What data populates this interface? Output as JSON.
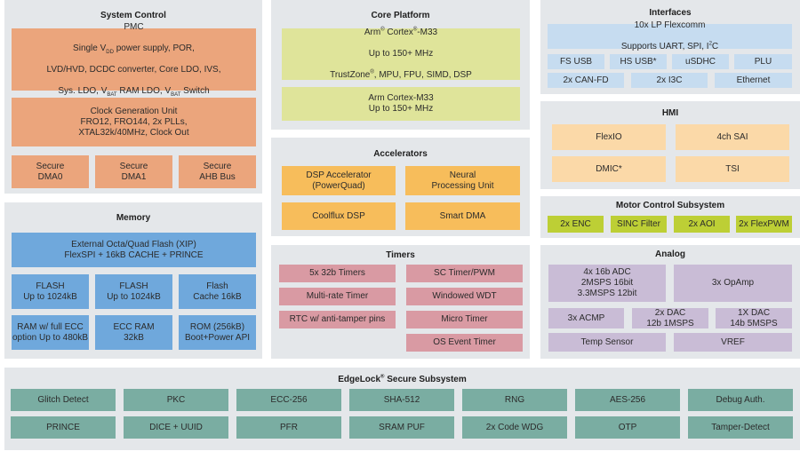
{
  "system_control": {
    "title": "System Control",
    "pmc": {
      "line1": "PMC",
      "line2_a": "Single V",
      "line2_sub": "DD",
      "line2_b": " power supply, POR,",
      "line3": "LVD/HVD, DCDC converter, Core LDO, IVS,",
      "line4_a": "Sys. LDO, V",
      "line4_sub1": "BAT",
      "line4_b": " RAM LDO, V",
      "line4_sub2": "BAT",
      "line4_c": " Switch"
    },
    "clock": "Clock Generation Unit\nFRO12, FRO144, 2x PLLs,\nXTAL32k/40MHz, Clock Out",
    "items": [
      "Secure\nDMA0",
      "Secure\nDMA1",
      "Secure\nAHB Bus"
    ],
    "color": "#eba57c"
  },
  "memory": {
    "title": "Memory",
    "external": "External Octa/Quad Flash (XIP)\nFlexSPI + 16kB CACHE + PRINCE",
    "items": [
      "FLASH\nUp to 1024kB",
      "FLASH\nUp to 1024kB",
      "Flash\nCache 16kB",
      "RAM w/ full ECC\noption Up to 480kB",
      "ECC RAM\n32kB",
      "ROM (256kB)\nBoot+Power API"
    ],
    "color": "#6fa8dc"
  },
  "core_platform": {
    "title": "Core Platform",
    "core1": {
      "a": "Arm",
      "b": " Cortex",
      "c": "-M33",
      "reg": "®",
      "line2": "Up to 150+  MHz",
      "line3_a": "TrustZone",
      "line3_b": ", MPU, FPU, SIMD, DSP"
    },
    "core2": "Arm Cortex-M33\nUp to 150+  MHz",
    "color": "#dfe49a"
  },
  "accelerators": {
    "title": "Accelerators",
    "items": [
      "DSP Accelerator\n(PowerQuad)",
      "Neural\nProcessing Unit",
      "Coolflux DSP",
      "Smart DMA"
    ],
    "color": "#f7bd5b"
  },
  "timers": {
    "title": "Timers",
    "left": [
      "5x 32b Timers",
      "Multi-rate Timer",
      "RTC w/ anti-tamper pins"
    ],
    "right": [
      "SC Timer/PWM",
      "Windowed WDT",
      "Micro Timer",
      "OS Event Timer"
    ],
    "color": "#d99aa3"
  },
  "interfaces": {
    "title": "Interfaces",
    "flexcomm_line1": "10x LP Flexcomm",
    "flexcomm_line2_a": "Supports UART, SPI, I",
    "flexcomm_line2_sup": "2",
    "flexcomm_line2_b": "C",
    "row1": [
      "FS USB",
      "HS USB*",
      "uSDHC",
      "PLU"
    ],
    "row2": [
      "2x CAN-FD",
      "2x I3C",
      "Ethernet"
    ],
    "color": "#c6dcf0"
  },
  "hmi": {
    "title": "HMI",
    "items": [
      "FlexIO",
      "4ch SAI",
      "DMIC*",
      "TSI"
    ],
    "color": "#fbd9a8"
  },
  "motor_control": {
    "title": "Motor Control Subsystem",
    "items": [
      "2x ENC",
      "SINC Filter",
      "2x AOI",
      "2x FlexPWM"
    ],
    "color": "#bdcf35"
  },
  "analog": {
    "title": "Analog",
    "adc": "4x 16b ADC\n2MSPS 16bit\n3.3MSPS 12bit",
    "opamp": "3x OpAmp",
    "row2": [
      "3x ACMP",
      "2x DAC\n12b 1MSPS",
      "1X DAC\n14b 5MSPS"
    ],
    "row3": [
      "Temp Sensor",
      "VREF"
    ],
    "color": "#c9bcd6"
  },
  "edgelock": {
    "title_a": "EdgeLock",
    "title_reg": "®",
    "title_b": " Secure Subsystem",
    "row1": [
      "Glitch Detect",
      "PKC",
      "ECC-256",
      "SHA-512",
      "RNG",
      "AES-256",
      "Debug Auth."
    ],
    "row2": [
      "PRINCE",
      "DICE + UUID",
      "PFR",
      "SRAM PUF",
      "2x Code WDG",
      "OTP",
      "Tamper-Detect"
    ],
    "color": "#7aada2"
  }
}
